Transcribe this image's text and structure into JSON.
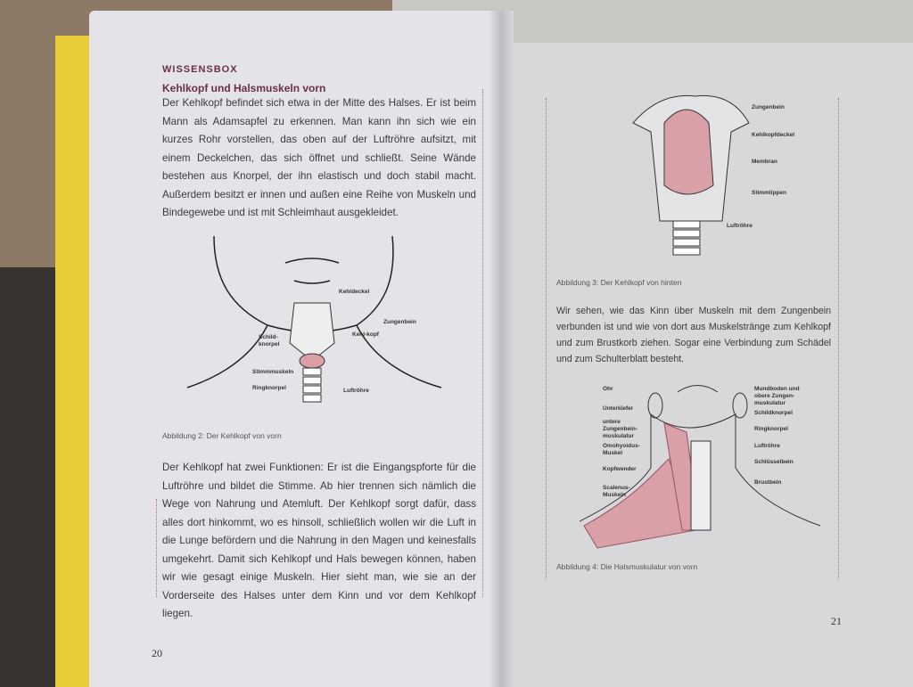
{
  "left_page": {
    "kicker": "WISSENSBOX",
    "heading": "Kehlkopf und Halsmuskeln vorn",
    "paragraph1": "Der Kehlkopf befindet sich etwa in der Mitte des Halses. Er ist beim Mann als Adamsapfel zu erkennen. Man kann ihn sich wie ein kurzes Rohr vorstellen, das oben auf der Luftröhre aufsitzt, mit einem Deckelchen, das sich öffnet und schließt. Seine Wände bestehen aus Knorpel, der ihn elastisch und doch stabil macht. Außerdem besitzt er innen und außen eine Reihe von Muskeln und Bindegewebe und ist mit Schleimhaut ausgekleidet.",
    "figure2": {
      "labels": [
        "Kehldeckel",
        "Zungenbein",
        "Schild-knorpel",
        "Kehl-kopf",
        "Stimmmuskeln",
        "Ringknorpel",
        "Luftröhre"
      ],
      "caption": "Abbildung 2: Der Kehlkopf von vorn"
    },
    "paragraph2": "Der Kehlkopf hat zwei Funktionen: Er ist die Eingangspforte für die Luftröhre und bildet die Stimme. Ab hier trennen sich nämlich die Wege von Nahrung und Atemluft. Der Kehlkopf sorgt dafür, dass alles dort hinkommt, wo es hinsoll, schließlich wollen wir die Luft in die Lunge befördern und die Nahrung in den Magen und keinesfalls umgekehrt. Damit sich Kehlkopf und Hals bewegen können, haben wir wie gesagt einige Muskeln. Hier sieht man, wie sie an der Vorderseite des Halses unter dem Kinn und vor dem Kehlkopf liegen.",
    "page_number": "20"
  },
  "right_page": {
    "figure3": {
      "labels": [
        "Zungenbein",
        "Kehlkopfdeckel",
        "Membran",
        "Stimmlippen",
        "Luftröhre"
      ],
      "caption": "Abbildung 3: Der Kehlkopf von hinten"
    },
    "paragraph": "Wir sehen, wie das Kinn über Muskeln mit dem Zungenbein verbunden ist und wie von dort aus Muskelstränge zum Kehlkopf und zum Brustkorb ziehen. Sogar eine Verbindung zum Schädel und zum Schulterblatt besteht.",
    "figure4": {
      "labels_left": [
        "Ohr",
        "Unterkiefer",
        "untere Zungenbein-muskulatur",
        "Omohyoidus-Muskel",
        "Kopfwender",
        "Scalenus-Muskeln"
      ],
      "labels_right": [
        "Mundboden und obere Zungen-muskulatur",
        "Schildknorpel",
        "Ringknorpel",
        "Luftröhre",
        "Schlüsselbein",
        "Brustbein"
      ],
      "caption": "Abbildung 4: Die Halsmuskulatur von vorn"
    },
    "page_number": "21"
  },
  "colors": {
    "accent": "#6a2e48",
    "muscle": "#d9a0a8",
    "page": "#e4e4e8"
  }
}
